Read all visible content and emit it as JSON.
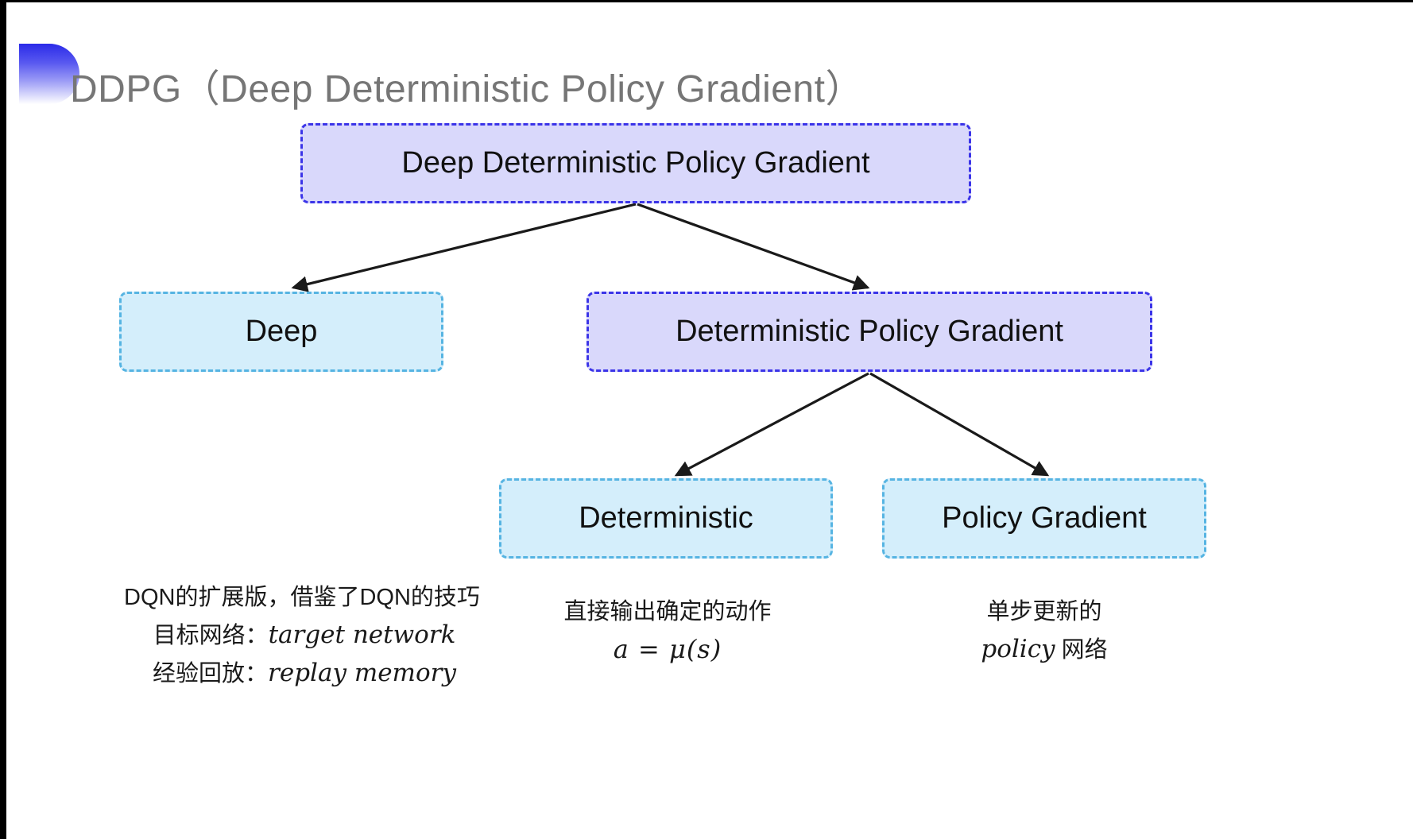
{
  "slide": {
    "title": "DDPG（Deep Deterministic Policy Gradient）",
    "background_color": "#ffffff",
    "accent_color": "#3b34e8",
    "title_color": "#767676"
  },
  "decoration": {
    "shape": "half-circle-gradient",
    "gradient_from": "#2a2ae8",
    "gradient_to": "#ffffff"
  },
  "diagram": {
    "nodes": [
      {
        "id": "root",
        "label": "Deep Deterministic Policy Gradient",
        "fill": "#d9d8fb",
        "border": "#3b34e8"
      },
      {
        "id": "deep",
        "label": "Deep",
        "fill": "#d4eefb",
        "border": "#56b4e2"
      },
      {
        "id": "dpg",
        "label": "Deterministic Policy Gradient",
        "fill": "#d9d8fb",
        "border": "#3b34e8"
      },
      {
        "id": "deterministic",
        "label": "Deterministic",
        "fill": "#d4eefb",
        "border": "#56b4e2"
      },
      {
        "id": "policy_gradient",
        "label": "Policy Gradient",
        "fill": "#d4eefb",
        "border": "#56b4e2"
      }
    ],
    "edges": [
      {
        "from": "root",
        "to": "deep"
      },
      {
        "from": "root",
        "to": "dpg"
      },
      {
        "from": "dpg",
        "to": "deterministic"
      },
      {
        "from": "dpg",
        "to": "policy_gradient"
      }
    ]
  },
  "captions": {
    "deep": {
      "line1": "DQN的扩展版，借鉴了DQN的技巧",
      "line2_label": "目标网络：",
      "line2_term": "target network",
      "line3_label": "经验回放：",
      "line3_term": "replay memory"
    },
    "deterministic": {
      "line1": "直接输出确定的动作",
      "formula": "a = μ(s)"
    },
    "policy_gradient": {
      "line1": "单步更新的",
      "line2_term": "policy",
      "line2_tail": " 网络"
    }
  }
}
